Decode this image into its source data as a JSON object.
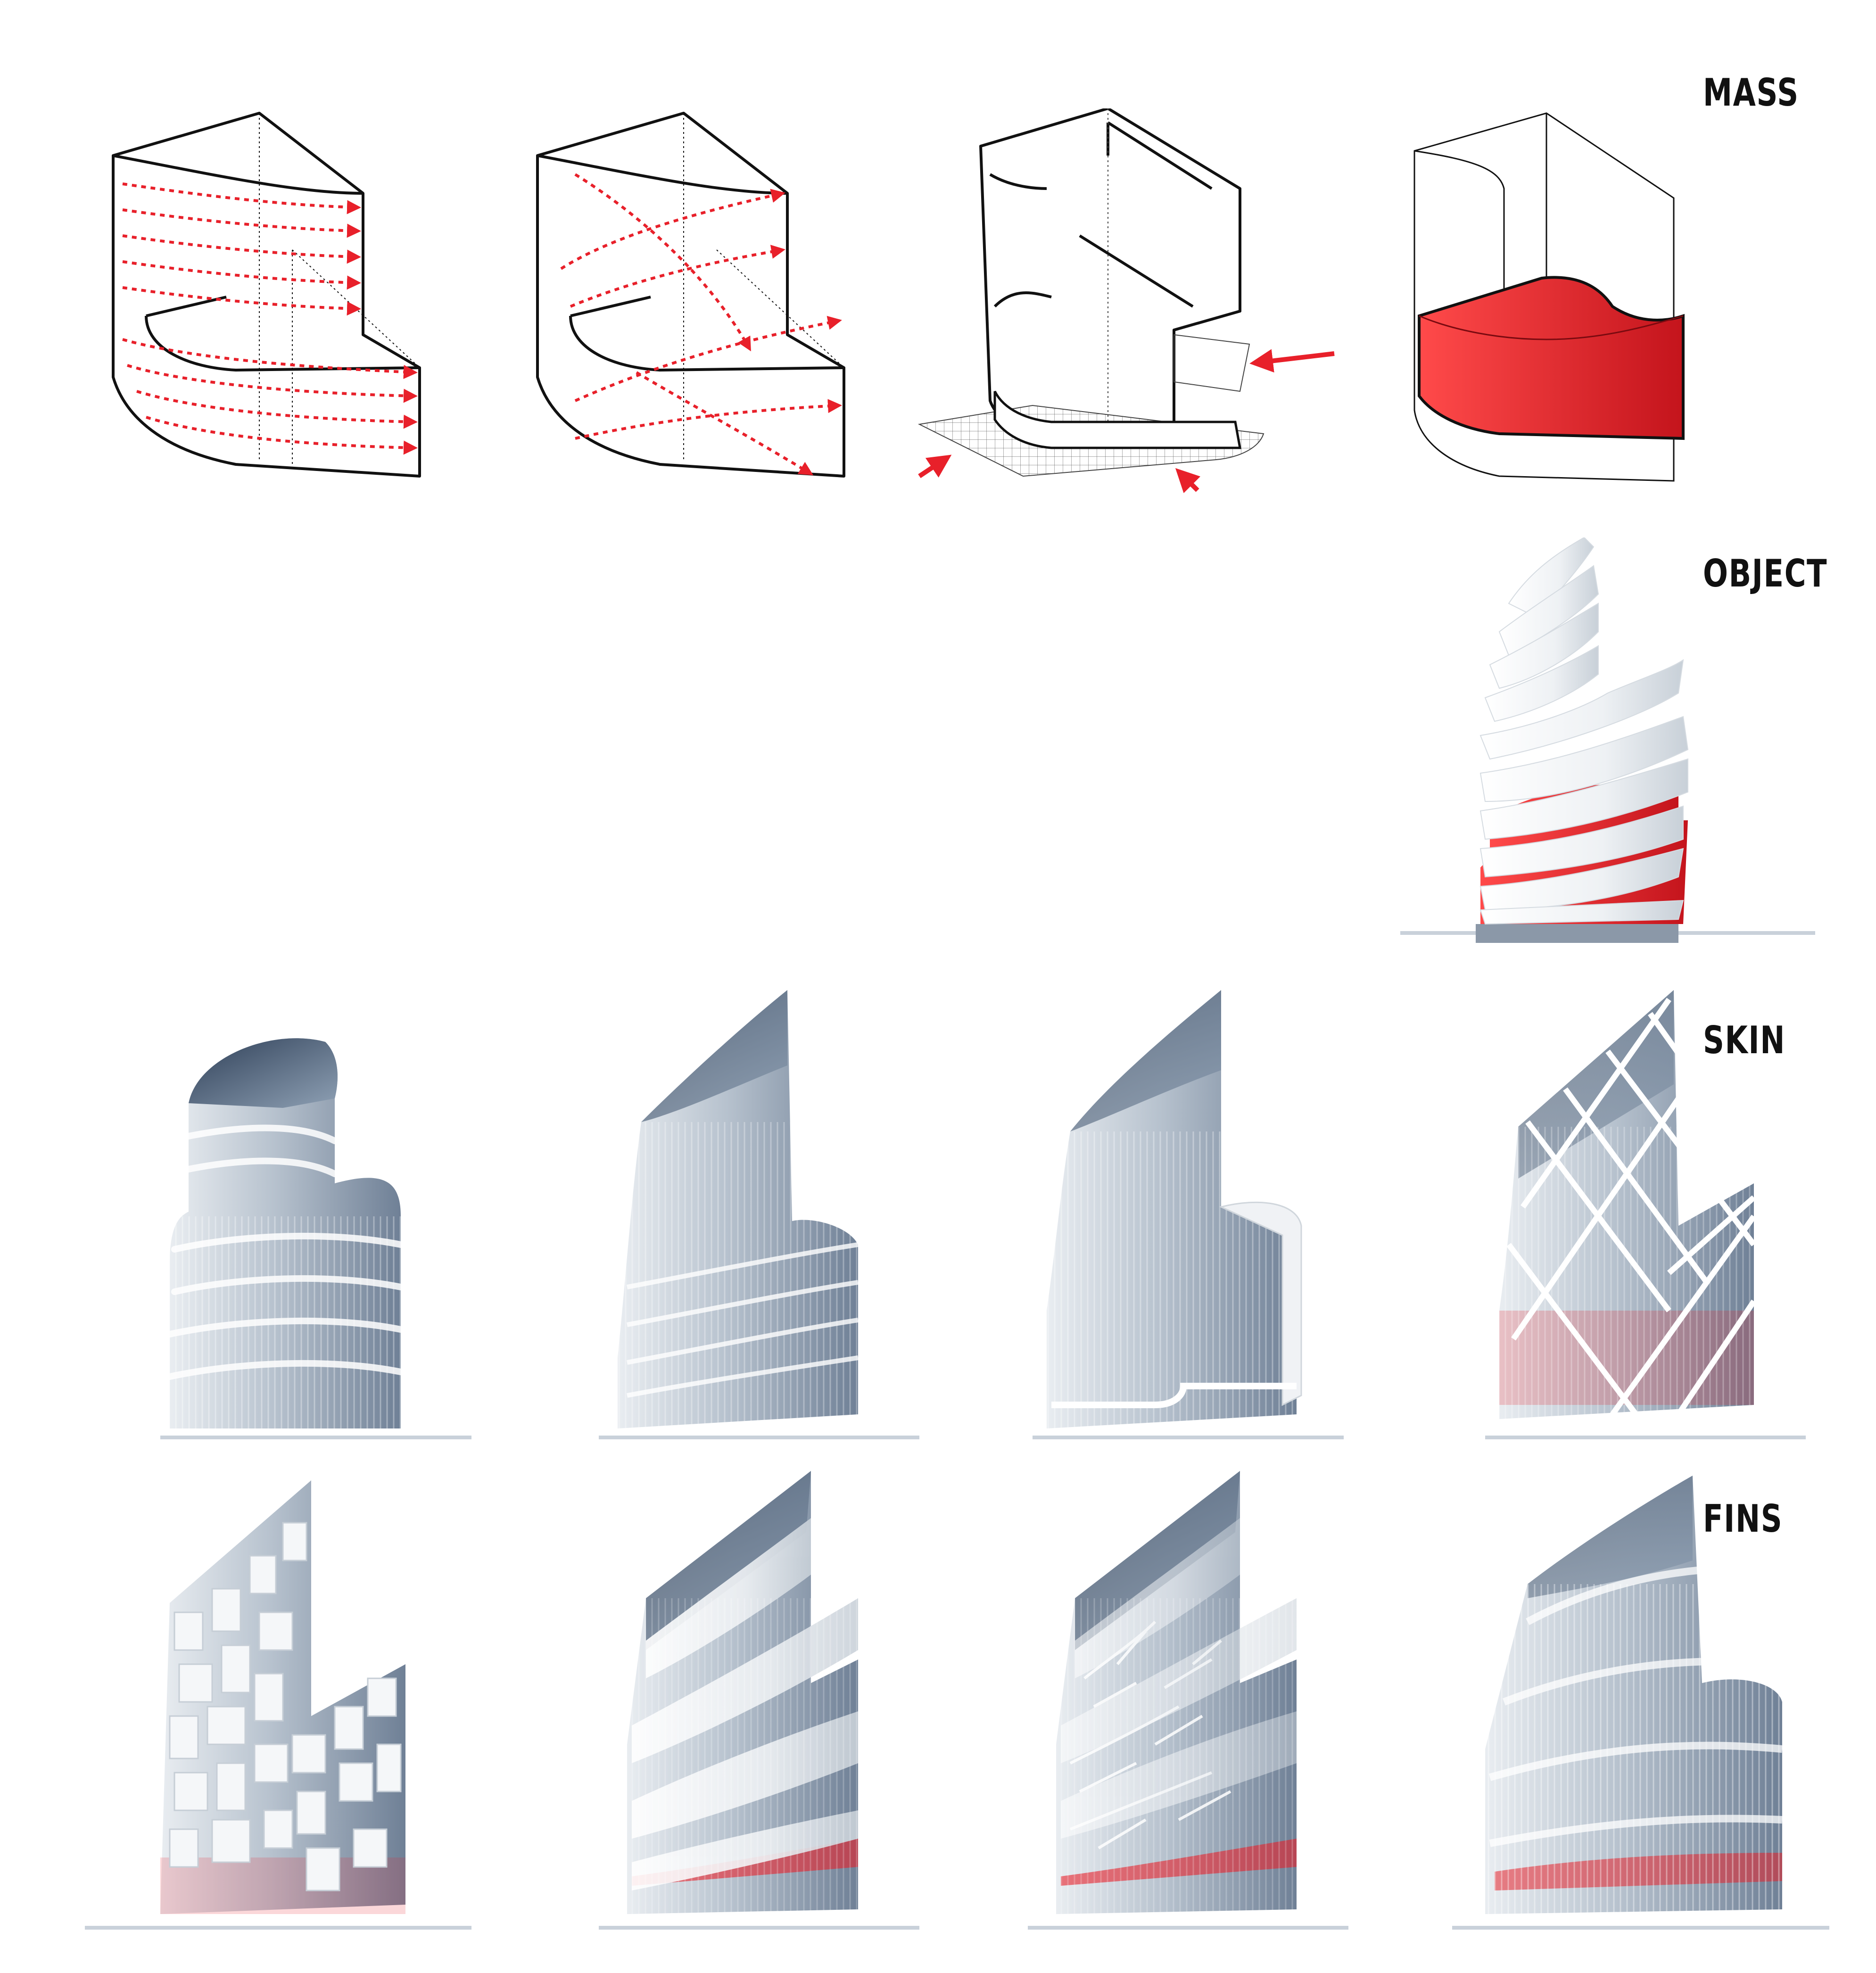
{
  "sections": {
    "mass": "MASS",
    "object": "OBJECT",
    "skin": "SKIN",
    "fins": "FINS"
  },
  "colors": {
    "accent": "#e8202a",
    "line": "#111111",
    "glass_dark": "#3d4f66",
    "glass_light": "#c9d1da",
    "fin_white": "#f2f4f6"
  }
}
